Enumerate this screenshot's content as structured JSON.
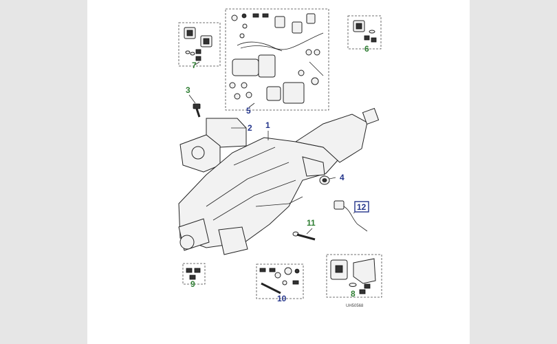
{
  "diagram": {
    "image_reference": "UH50568",
    "colors": {
      "background": "#e6e6e6",
      "panel": "#ffffff",
      "callout_green": "#2e7d32",
      "callout_blue": "#23348a",
      "line": "#222222"
    },
    "callouts": [
      {
        "id": "1",
        "label": "1",
        "color": "blue"
      },
      {
        "id": "2",
        "label": "2",
        "color": "blue"
      },
      {
        "id": "3",
        "label": "3",
        "color": "green"
      },
      {
        "id": "4",
        "label": "4",
        "color": "blue"
      },
      {
        "id": "5",
        "label": "5",
        "color": "blue"
      },
      {
        "id": "6",
        "label": "6",
        "color": "green"
      },
      {
        "id": "7",
        "label": "7",
        "color": "green"
      },
      {
        "id": "8",
        "label": "8",
        "color": "green"
      },
      {
        "id": "9",
        "label": "9",
        "color": "green"
      },
      {
        "id": "10",
        "label": "10",
        "color": "blue"
      },
      {
        "id": "11",
        "label": "11",
        "color": "green"
      },
      {
        "id": "12",
        "label": "12",
        "color": "blue",
        "boxed": true
      }
    ]
  }
}
